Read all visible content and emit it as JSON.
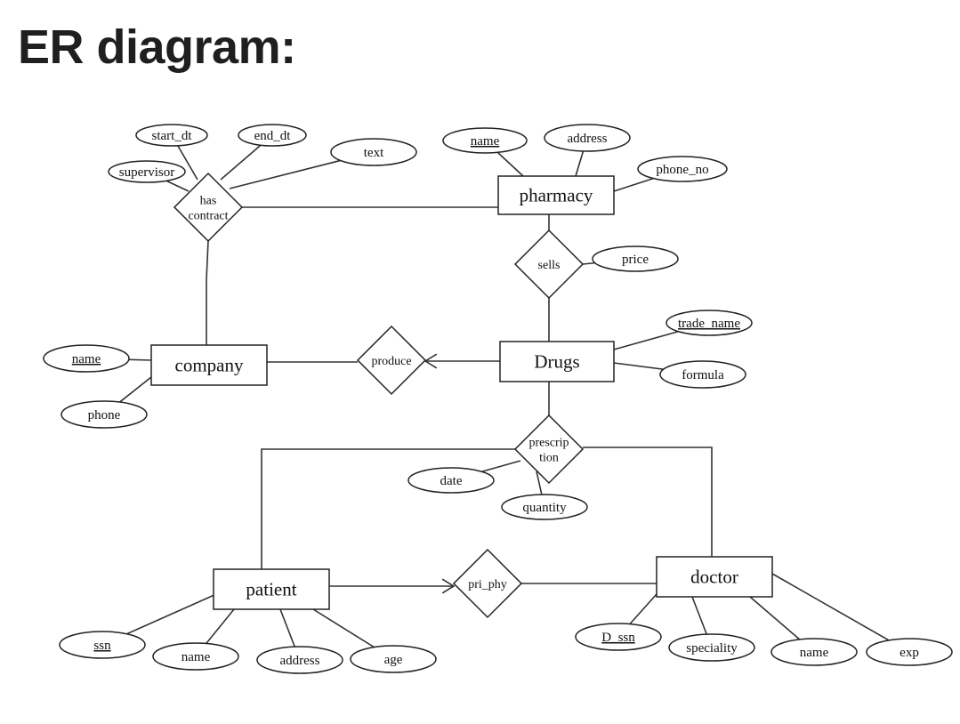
{
  "title": "ER diagram:",
  "entities": [
    {
      "id": "pharmacy",
      "label": "pharmacy"
    },
    {
      "id": "company",
      "label": "company"
    },
    {
      "id": "drugs",
      "label": "Drugs"
    },
    {
      "id": "patient",
      "label": "patient"
    },
    {
      "id": "doctor",
      "label": "doctor"
    }
  ],
  "relationships": [
    {
      "id": "has_contract",
      "label": "has contract",
      "lines": [
        "has",
        "contract"
      ]
    },
    {
      "id": "sells",
      "label": "sells",
      "lines": [
        "sells"
      ]
    },
    {
      "id": "produce",
      "label": "produce",
      "lines": [
        "produce"
      ]
    },
    {
      "id": "prescription",
      "label": "prescription",
      "lines": [
        "prescrip",
        "tion"
      ]
    },
    {
      "id": "pri_phy",
      "label": "pri_phy",
      "lines": [
        "pri_phy"
      ]
    }
  ],
  "attributes": [
    {
      "id": "hc_start_dt",
      "label": "start_dt",
      "owner": "has_contract",
      "key": false
    },
    {
      "id": "hc_end_dt",
      "label": "end_dt",
      "owner": "has_contract",
      "key": false
    },
    {
      "id": "hc_supervisor",
      "label": "supervisor",
      "owner": "has_contract",
      "key": false
    },
    {
      "id": "hc_text",
      "label": "text",
      "owner": "has_contract",
      "key": false
    },
    {
      "id": "ph_name",
      "label": "name",
      "owner": "pharmacy",
      "key": true
    },
    {
      "id": "ph_address",
      "label": "address",
      "owner": "pharmacy",
      "key": false
    },
    {
      "id": "ph_phone_no",
      "label": "phone_no",
      "owner": "pharmacy",
      "key": false
    },
    {
      "id": "sells_price",
      "label": "price",
      "owner": "sells",
      "key": false
    },
    {
      "id": "dr_trade_name",
      "label": "trade_name",
      "owner": "drugs",
      "key": true
    },
    {
      "id": "dr_formula",
      "label": "formula",
      "owner": "drugs",
      "key": false
    },
    {
      "id": "co_name",
      "label": "name",
      "owner": "company",
      "key": true
    },
    {
      "id": "co_phone",
      "label": "phone",
      "owner": "company",
      "key": false
    },
    {
      "id": "rx_date",
      "label": "date",
      "owner": "prescription",
      "key": false
    },
    {
      "id": "rx_quantity",
      "label": "quantity",
      "owner": "prescription",
      "key": false
    },
    {
      "id": "pt_ssn",
      "label": "ssn",
      "owner": "patient",
      "key": true
    },
    {
      "id": "pt_name",
      "label": "name",
      "owner": "patient",
      "key": false
    },
    {
      "id": "pt_address",
      "label": "address",
      "owner": "patient",
      "key": false
    },
    {
      "id": "pt_age",
      "label": "age",
      "owner": "patient",
      "key": false
    },
    {
      "id": "doc_d_ssn",
      "label": "D_ssn",
      "owner": "doctor",
      "key": true
    },
    {
      "id": "doc_speciality",
      "label": "speciality",
      "owner": "doctor",
      "key": false
    },
    {
      "id": "doc_name",
      "label": "name",
      "owner": "doctor",
      "key": false
    },
    {
      "id": "doc_exp",
      "label": "exp",
      "owner": "doctor",
      "key": false
    }
  ],
  "links": [
    {
      "from": "has_contract",
      "to": "pharmacy",
      "arrow": false
    },
    {
      "from": "has_contract",
      "to": "company",
      "arrow": false
    },
    {
      "from": "pharmacy",
      "to": "sells",
      "arrow": false
    },
    {
      "from": "sells",
      "to": "drugs",
      "arrow": false
    },
    {
      "from": "company",
      "to": "produce",
      "arrow": false
    },
    {
      "from": "drugs",
      "to": "produce",
      "arrow": true
    },
    {
      "from": "drugs",
      "to": "prescription",
      "arrow": false
    },
    {
      "from": "prescription",
      "to": "patient",
      "arrow": false
    },
    {
      "from": "prescription",
      "to": "doctor",
      "arrow": false
    },
    {
      "from": "patient",
      "to": "pri_phy",
      "arrow": true
    },
    {
      "from": "pri_phy",
      "to": "doctor",
      "arrow": false
    }
  ]
}
